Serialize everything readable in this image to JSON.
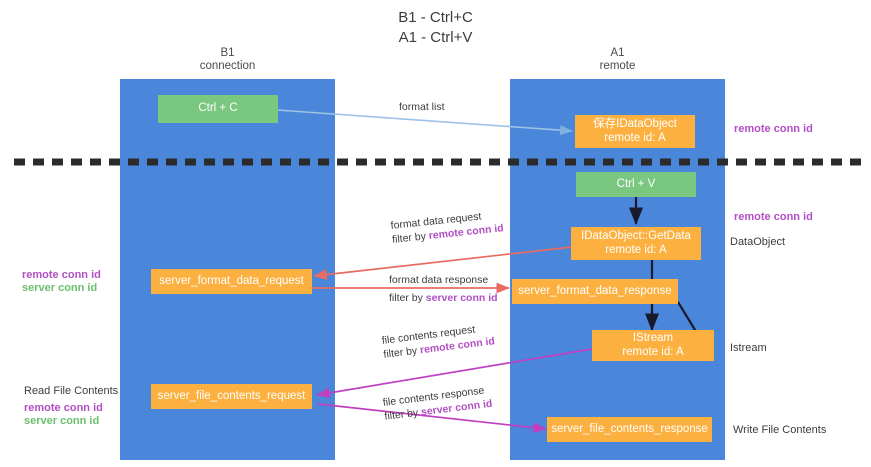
{
  "title": "B1 - Ctrl+C\nA1 - Ctrl+V",
  "lanes": {
    "left": {
      "name": "B1",
      "role": "connection",
      "label": "B1\nconnection",
      "color": "#4a86d9"
    },
    "right": {
      "name": "A1",
      "role": "remote",
      "label": "A1\nremote",
      "color": "#4a86d9"
    }
  },
  "colors": {
    "lane": "#4a86d9",
    "green_node": "#7ac77f",
    "orange_node": "#fbb040",
    "purple_text": "#b24fc4",
    "green_text": "#6cbf6f",
    "light_blue_edge": "#9dc3e6",
    "red_edge": "#ea6b63",
    "magenta_edge": "#c040c0",
    "dark_edge": "#1a1a2e",
    "divider": "#2b2b2b"
  },
  "nodes": [
    {
      "id": "ctrl-c",
      "label": "Ctrl + C",
      "kind": "green"
    },
    {
      "id": "save-idataobject",
      "label": "保存IDataObject\nremote id: A",
      "kind": "orange"
    },
    {
      "id": "ctrl-v",
      "label": "Ctrl + V",
      "kind": "green"
    },
    {
      "id": "idataobject-getdata",
      "label": "IDataObject::GetData\nremote id: A",
      "kind": "orange"
    },
    {
      "id": "server-format-data-request",
      "label": "server_format_data_request",
      "kind": "orange"
    },
    {
      "id": "server-format-data-response",
      "label": "server_format_data_response",
      "kind": "orange"
    },
    {
      "id": "istream",
      "label": "IStream\nremote id: A",
      "kind": "orange"
    },
    {
      "id": "server-file-contents-request",
      "label": "server_file_contents_request",
      "kind": "orange"
    },
    {
      "id": "server-file-contents-response",
      "label": "server_file_contents_response",
      "kind": "orange"
    }
  ],
  "edge_labels": {
    "format_list": "format list",
    "format_data_request_line1": "format data request",
    "format_data_request_prefix": "filter by ",
    "format_data_request_key": "remote conn id",
    "format_data_response_line1": "format data response",
    "format_data_response_prefix": "filter by ",
    "format_data_response_key": "server conn id",
    "file_contents_request_line1": "file contents request",
    "file_contents_request_prefix": "filter by ",
    "file_contents_request_key": "remote conn id",
    "file_contents_response_line1": "file contents response",
    "file_contents_response_prefix": "filter by ",
    "file_contents_response_key": "server conn id"
  },
  "annotations": {
    "right_top_remote_conn_id": "remote conn id",
    "right_mid_remote_conn_id": "remote conn id",
    "right_dataobject": "DataObject",
    "right_istream": "Istream",
    "right_write_file_contents": "Write File Contents",
    "left_remote_conn_id": "remote conn id",
    "left_server_conn_id": "server conn id",
    "left_read_file_contents": "Read File Contents",
    "left_bottom_remote_conn_id": "remote conn id",
    "left_bottom_server_conn_id": "server conn id"
  }
}
